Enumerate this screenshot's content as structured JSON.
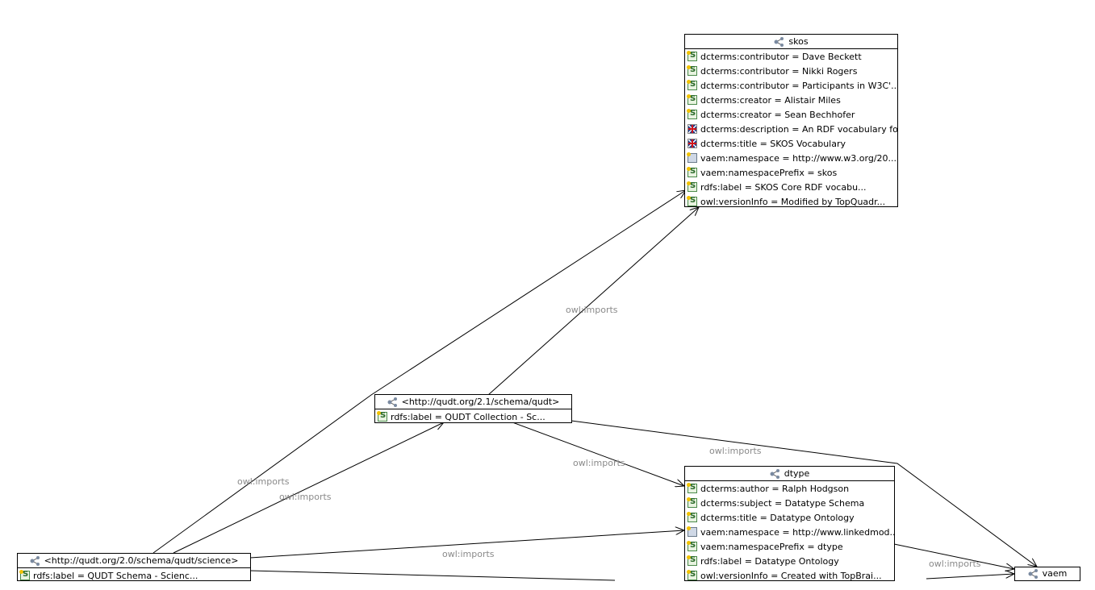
{
  "edge_label": "owl:imports",
  "nodes": {
    "skos": {
      "title": "skos",
      "props": [
        {
          "icon": "string-literal-icon",
          "text": "dcterms:contributor = Dave Beckett"
        },
        {
          "icon": "string-literal-icon",
          "text": "dcterms:contributor = Nikki Rogers"
        },
        {
          "icon": "string-literal-icon",
          "text": "dcterms:contributor = Participants in W3C'..."
        },
        {
          "icon": "string-literal-icon",
          "text": "dcterms:creator = Alistair Miles"
        },
        {
          "icon": "string-literal-icon",
          "text": "dcterms:creator = Sean Bechhofer"
        },
        {
          "icon": "english-language-flag-icon",
          "text": "dcterms:description = An RDF vocabulary fo..."
        },
        {
          "icon": "english-language-flag-icon",
          "text": "dcterms:title = SKOS Vocabulary"
        },
        {
          "icon": "typed-literal-icon",
          "text": "vaem:namespace = http://www.w3.org/20..."
        },
        {
          "icon": "string-literal-icon",
          "text": "vaem:namespacePrefix = skos"
        },
        {
          "icon": "string-literal-icon",
          "text": "rdfs:label = SKOS Core RDF vocabu..."
        },
        {
          "icon": "string-literal-icon",
          "text": "owl:versionInfo = Modified by TopQuadr..."
        }
      ]
    },
    "qudt": {
      "title": "<http://qudt.org/2.1/schema/qudt>",
      "props": [
        {
          "icon": "string-literal-icon",
          "text": "rdfs:label = QUDT Collection - Sc..."
        }
      ]
    },
    "dtype": {
      "title": "dtype",
      "props": [
        {
          "icon": "string-literal-icon",
          "text": "dcterms:author = Ralph Hodgson"
        },
        {
          "icon": "string-literal-icon",
          "text": "dcterms:subject = Datatype Schema"
        },
        {
          "icon": "string-literal-icon",
          "text": "dcterms:title = Datatype Ontology"
        },
        {
          "icon": "typed-literal-icon",
          "text": "vaem:namespace = http://www.linkedmod..."
        },
        {
          "icon": "string-literal-icon",
          "text": "vaem:namespacePrefix = dtype"
        },
        {
          "icon": "string-literal-icon",
          "text": "rdfs:label = Datatype Ontology"
        },
        {
          "icon": "string-literal-icon",
          "text": "owl:versionInfo = Created with TopBrai..."
        }
      ]
    },
    "science": {
      "title": "<http://qudt.org/2.0/schema/qudt/science>",
      "props": [
        {
          "icon": "string-literal-icon",
          "text": "rdfs:label = QUDT Schema - Scienc..."
        }
      ]
    },
    "vaem": {
      "title": "vaem",
      "props": []
    }
  }
}
